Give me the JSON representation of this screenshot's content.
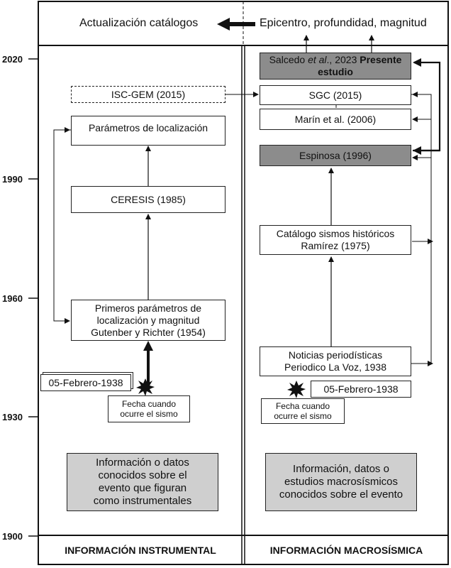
{
  "header": {
    "left_title": "Actualización catálogos",
    "right_title": "Epicentro, profundidad, magnitud"
  },
  "y_axis": {
    "ticks": [
      "2020",
      "1990",
      "1960",
      "1930",
      "1900"
    ]
  },
  "left_column": {
    "isc_gem": "ISC-GEM (2015)",
    "parametros": "Parámetros de localización",
    "ceresis": "CERESIS (1985)",
    "primeros_line1": "Primeros parámetros de",
    "primeros_line2": "localización y magnitud",
    "primeros_line3": "Gutenber y Richter (1954)",
    "date": "05-Febrero-1938",
    "caption_line1": "Fecha cuando",
    "caption_line2": "ocurre el sismo",
    "legend_line1": "Información o datos",
    "legend_line2": "conocidos sobre el",
    "legend_line3": "evento que figuran",
    "legend_line4": "como instrumentales",
    "footer": "INFORMACIÓN INSTRUMENTAL"
  },
  "right_column": {
    "salcedo_prefix": "Salcedo ",
    "salcedo_etal": "et al",
    "salcedo_year": "., 2023 ",
    "salcedo_bold1": "Presente",
    "salcedo_bold2": "estudio",
    "sgc": "SGC (2015)",
    "marin": "Marín et al. (2006)",
    "espinosa": "Espinosa (1996)",
    "catalogo_line1": "Catálogo sismos históricos",
    "catalogo_line2": "Ramírez (1975)",
    "noticias_line1": "Noticias periodísticas",
    "noticias_line2": "Periodico La Voz, 1938",
    "date": "05-Febrero-1938",
    "caption_line1": "Fecha cuando",
    "caption_line2": "ocurre el sismo",
    "legend_line1": "Información, datos o",
    "legend_line2": "estudios macrosísmicos",
    "legend_line3": "conocidos sobre el evento",
    "footer": "INFORMACIÓN MACROSÍSMICA"
  }
}
